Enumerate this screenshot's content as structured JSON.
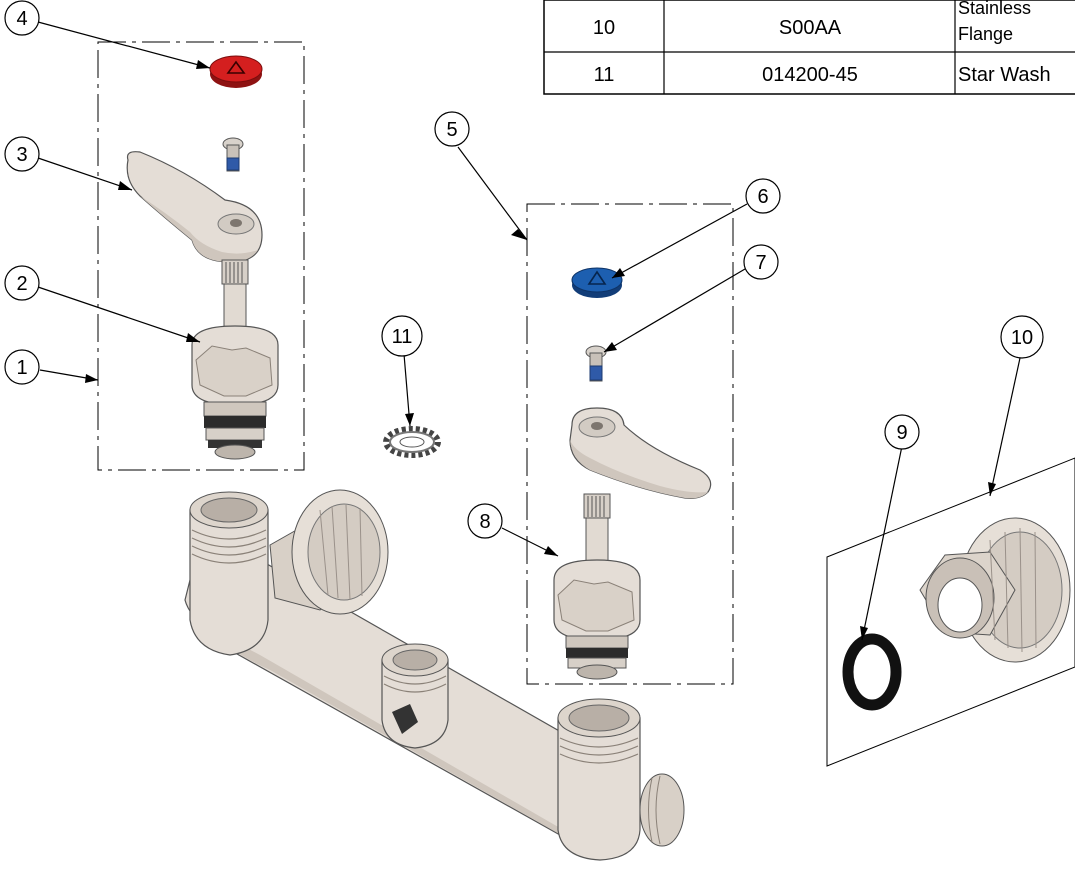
{
  "parts_table": {
    "rows": [
      {
        "item": "10",
        "part_number": "S00AA",
        "description_line1": "Stainless",
        "description_line2": "Flange"
      },
      {
        "item": "11",
        "part_number": "014200-45",
        "description_line1": "Star Wash",
        "description_line2": ""
      }
    ]
  },
  "callouts": {
    "c1": "1",
    "c2": "2",
    "c3": "3",
    "c4": "4",
    "c5": "5",
    "c6": "6",
    "c7": "7",
    "c8": "8",
    "c9": "9",
    "c10": "10",
    "c11": "11"
  },
  "colors": {
    "red_button": "#d41f1f",
    "blue_button": "#1d5fb0",
    "body": "#e4ddd6",
    "washer": "#111111"
  }
}
